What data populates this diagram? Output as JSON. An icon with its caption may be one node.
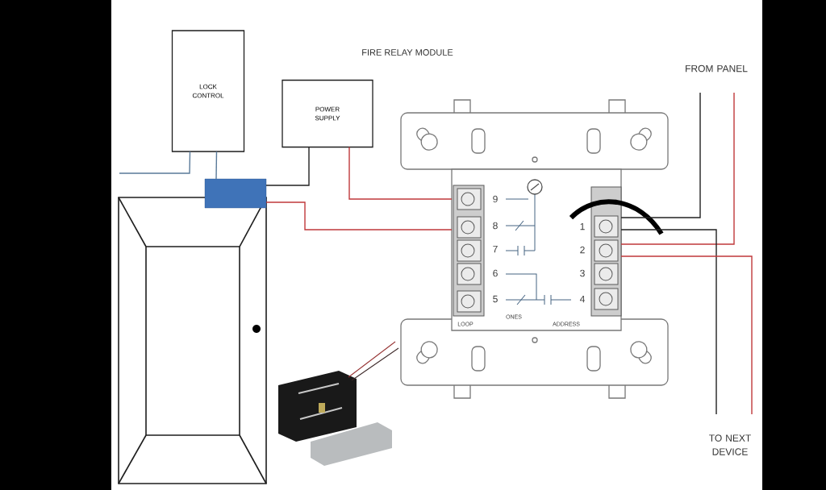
{
  "diagram": {
    "title": "FIRE RELAY MODULE",
    "nodes": [
      {
        "text": [
          "LOCK CONTROL"
        ]
      },
      {
        "text": [
          "POWER SUPPLY"
        ]
      },
      {
        "text": [],
        "shape": "box"
      },
      {
        "text": [],
        "shape": "picture"
      },
      {
        "text": [
          "FROM PANEL"
        ]
      },
      {
        "text": [
          "TO NEXT DEVICE"
        ]
      }
    ],
    "edges": [
      {
        "from": 0,
        "to": 2,
        "arrow": "none",
        "color": "#5a7a99"
      },
      {
        "from": 0,
        "to": null,
        "arrow": "none",
        "color": "#5a7a99"
      },
      {
        "from": 1,
        "to": 2,
        "arrow": "none",
        "color": "#222222"
      },
      {
        "from": 1,
        "to": 3,
        "arrow": "none",
        "color": "#c0393b"
      },
      {
        "from": 2,
        "to": 3,
        "arrow": "none",
        "color": "#c0393b"
      },
      {
        "from": 4,
        "to": 3,
        "arrow": "none",
        "color": "#222222"
      },
      {
        "from": 4,
        "to": 3,
        "arrow": "none",
        "color": "#c0393b"
      },
      {
        "from": 3,
        "to": 5,
        "arrow": "none",
        "color": "#222222"
      },
      {
        "from": 3,
        "to": 5,
        "arrow": "none",
        "color": "#c0393b"
      }
    ],
    "labels": [
      "9",
      "8",
      "7",
      "6",
      "5",
      "1",
      "2",
      "3",
      "4",
      "LOOP",
      "ONES",
      "ADDRESS"
    ]
  }
}
